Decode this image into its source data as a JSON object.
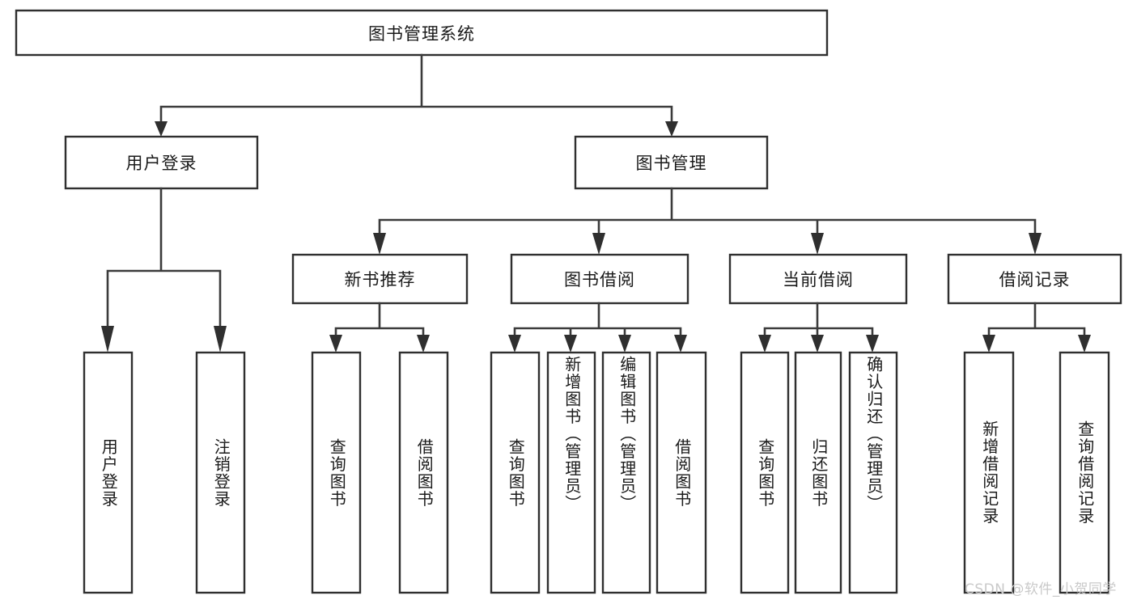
{
  "diagram": {
    "type": "tree",
    "title": "图书管理系统",
    "watermark": "CSDN @软件_小贺同学",
    "colors": {
      "box_stroke": "#2f2f2f",
      "box_fill": "#ffffff",
      "connector": "#3b3b3b",
      "text": "#1a1a1a",
      "watermark": "#c9c9c9",
      "background": "#ffffff"
    },
    "root": {
      "label": "图书管理系统"
    },
    "level1": [
      {
        "label": "用户登录"
      },
      {
        "label": "图书管理"
      }
    ],
    "level2": [
      {
        "label": "新书推荐"
      },
      {
        "label": "图书借阅"
      },
      {
        "label": "当前借阅"
      },
      {
        "label": "借阅记录"
      }
    ],
    "leaves": {
      "user_login": [
        {
          "label": "用户登录"
        },
        {
          "label": "注销登录"
        }
      ],
      "new_book": [
        {
          "label": "查询图书"
        },
        {
          "label": "借阅图书"
        }
      ],
      "book_borrow": [
        {
          "label": "查询图书"
        },
        {
          "label": "新增图书（管理员）"
        },
        {
          "label": "编辑图书（管理员）"
        },
        {
          "label": "借阅图书"
        }
      ],
      "current_borrow": [
        {
          "label": "查询图书"
        },
        {
          "label": "归还图书"
        },
        {
          "label": "确认归还（管理员）"
        }
      ],
      "borrow_record": [
        {
          "label": "新增借阅记录"
        },
        {
          "label": "查询借阅记录"
        }
      ]
    }
  }
}
